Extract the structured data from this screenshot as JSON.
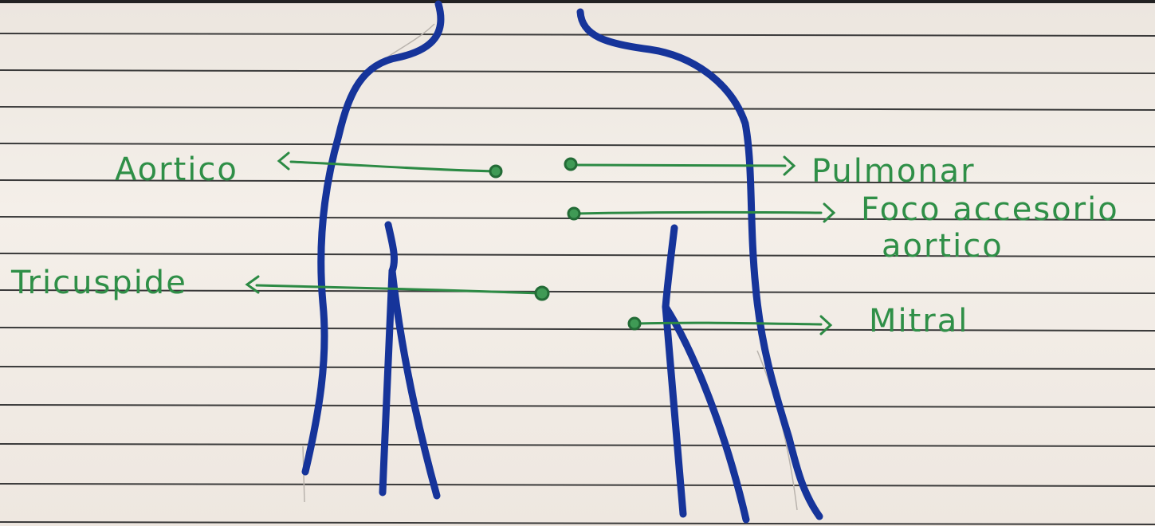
{
  "labels": {
    "aortico": "Aortico",
    "pulmonar": "Pulmonar",
    "foco_accesorio_line1": "Foco accesorio",
    "foco_accesorio_line2": "aortico",
    "tricuspide": "Tricuspide",
    "mitral": "Mitral"
  },
  "colors": {
    "ink_green": "#2f8f47",
    "ink_blue": "#16349a",
    "paper": "#f2ece6",
    "rule_line": "#3a3a3a"
  }
}
